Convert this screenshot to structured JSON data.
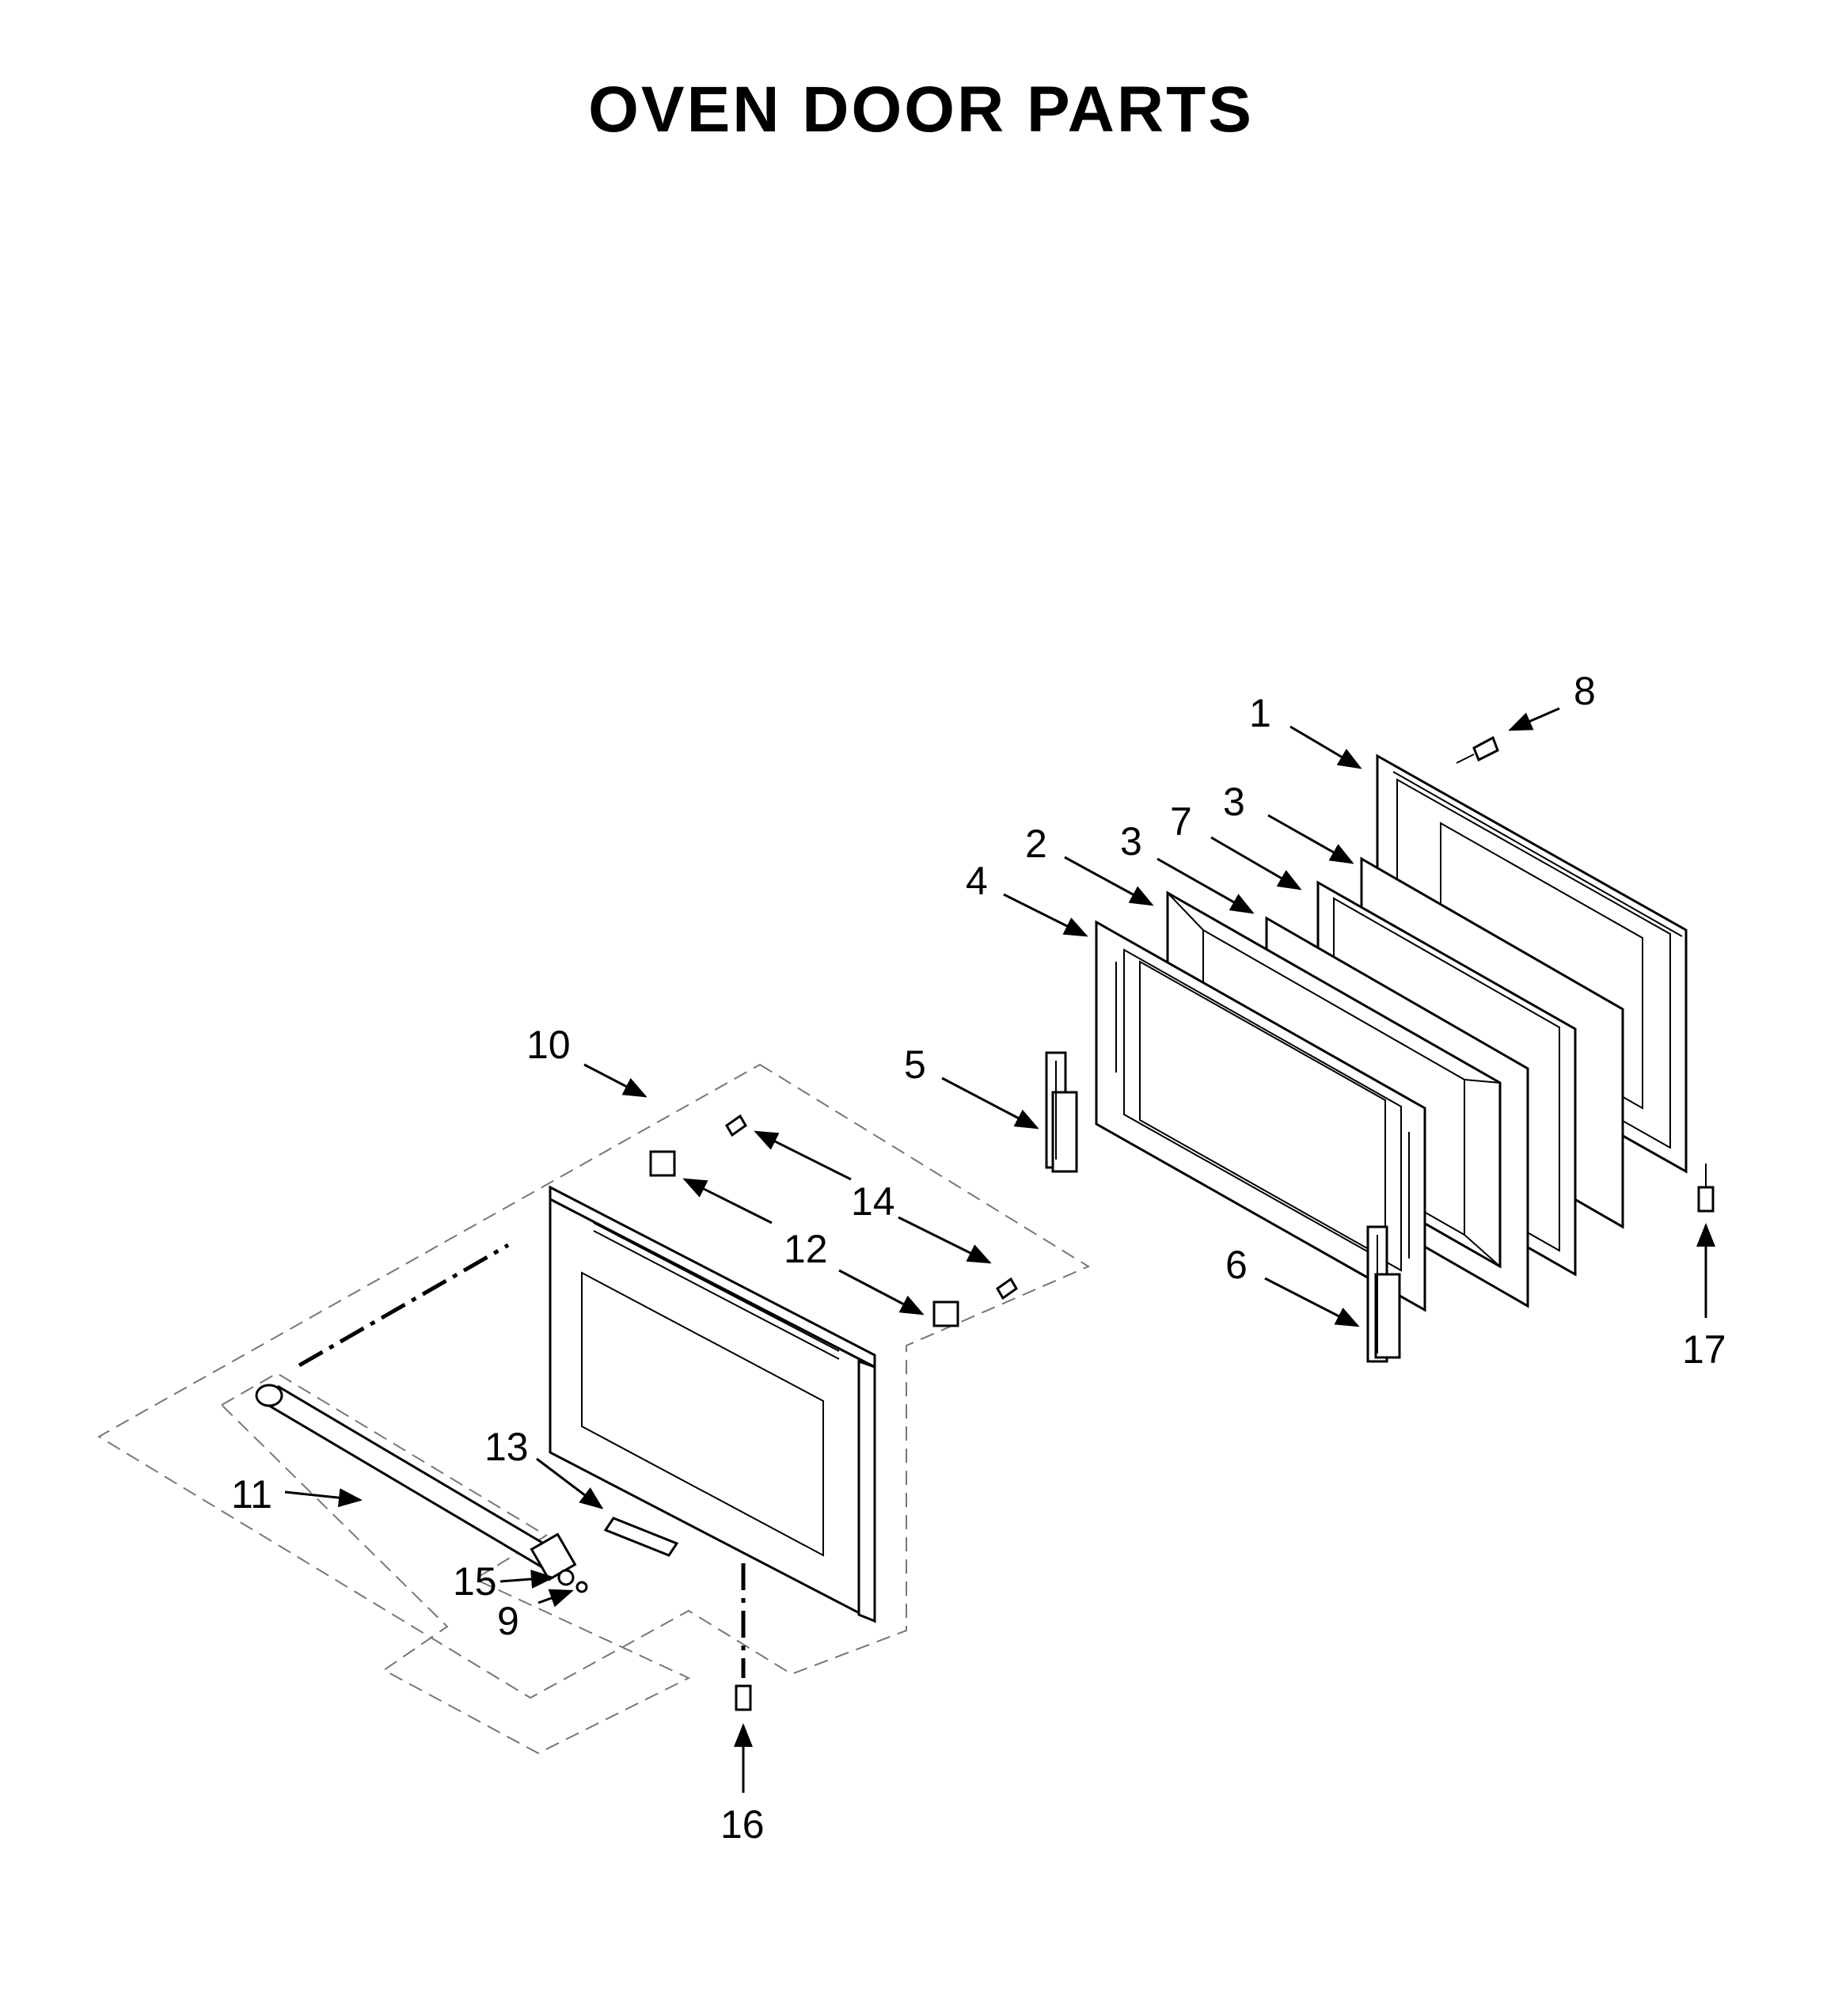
{
  "title": "OVEN DOOR PARTS",
  "callouts": [
    "1",
    "2",
    "3",
    "3",
    "4",
    "5",
    "6",
    "7",
    "8",
    "9",
    "10",
    "11",
    "12",
    "13",
    "14",
    "15",
    "16",
    "17"
  ],
  "colors": {
    "ink": "#000000",
    "background": "#ffffff",
    "dash": "#777777"
  }
}
